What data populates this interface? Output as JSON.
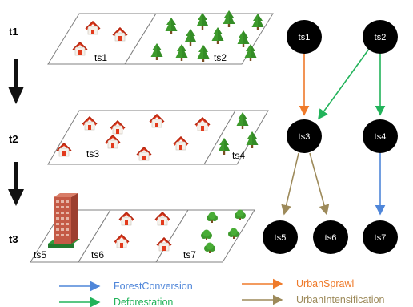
{
  "time_labels": [
    "t1",
    "t2",
    "t3"
  ],
  "tiles": {
    "ts1": "ts1",
    "ts2": "ts2",
    "ts3": "ts3",
    "ts4": "ts4",
    "ts5": "ts5",
    "ts6": "ts6",
    "ts7": "ts7"
  },
  "graph_nodes": [
    "ts1",
    "ts2",
    "ts3",
    "ts4",
    "ts5",
    "ts6",
    "ts7"
  ],
  "graph_edges": [
    {
      "from": "ts1",
      "to": "ts3",
      "type": "UrbanSprawl"
    },
    {
      "from": "ts2",
      "to": "ts3",
      "type": "Deforestation"
    },
    {
      "from": "ts2",
      "to": "ts4",
      "type": "Deforestation"
    },
    {
      "from": "ts3",
      "to": "ts5",
      "type": "UrbanIntensification"
    },
    {
      "from": "ts3",
      "to": "ts6",
      "type": "UrbanIntensification"
    },
    {
      "from": "ts4",
      "to": "ts7",
      "type": "ForestConversion"
    }
  ],
  "legend": [
    {
      "label": "ForestConversion",
      "color": "#4f86d9"
    },
    {
      "label": "Deforestation",
      "color": "#22b35a"
    },
    {
      "label": "UrbanSprawl",
      "color": "#ef7a2a"
    },
    {
      "label": "UrbanIntensification",
      "color": "#9d8a5a"
    }
  ],
  "colors": {
    "node_fill": "#000000",
    "node_text": "#ffffff",
    "arrow_down": "#111111",
    "house_roof": "#e23a1c",
    "tree": "#3d9a2c",
    "building": "#b84b3a"
  }
}
